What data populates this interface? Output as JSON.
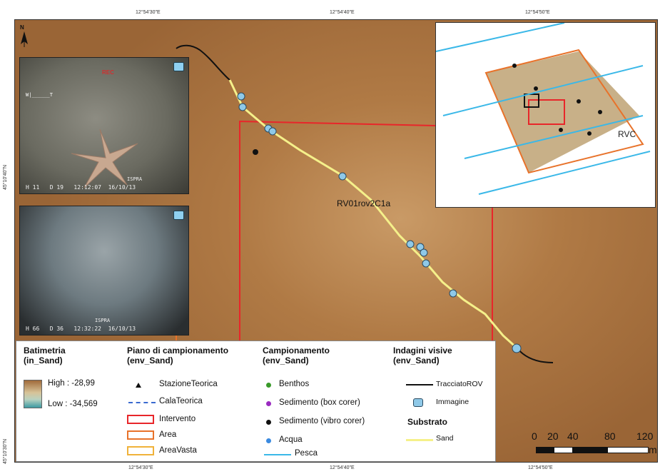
{
  "graticule": {
    "top": [
      "12°54'30\"E",
      "12°54'40\"E",
      "12°54'50\"E"
    ],
    "bottom": [
      "12°54'30\"E",
      "12°54'40\"E",
      "12°54'50\"E"
    ],
    "left": [
      "45°10'40\"N",
      "45°10'30\"N"
    ]
  },
  "north_label": "N",
  "track_label": "RV01rov2C1a",
  "inset_label": "RVC",
  "photo1": {
    "rec": "REC",
    "scale": "W|______T",
    "stamp": "H 11   D 19   12:12:07  16/10/13",
    "credit": "ISPRA"
  },
  "photo2": {
    "stamp": "H 66   D 36   12:32:22  16/10/13",
    "credit": "ISPRA"
  },
  "legend": {
    "batimetria_title": "Batimetria\n(in_Sand)",
    "high": "High : -28,99",
    "low": "Low : -34,569",
    "piano_title": "Piano di campionamento\n(env_Sand)",
    "piano_items": [
      "StazioneTeorica",
      "CalaTeorica",
      "Intervento",
      "Area",
      "AreaVasta"
    ],
    "camp_title": "Campionamento\n(env_Sand)",
    "camp_items": [
      "Benthos",
      "Sedimento (box corer)",
      "Sedimento (vibro corer)",
      "Acqua",
      "Pesca"
    ],
    "indagini_title": "Indagini visive\n(env_Sand)",
    "indagini_items": [
      "TracciatoROV",
      "Immagine"
    ],
    "substrato_title": "Substrato",
    "substrato_items": [
      "Sand"
    ]
  },
  "colors": {
    "intervento": "#e8262a",
    "area": "#e8722a",
    "areavasta": "#f0b23a",
    "benthos": "#3a9a2a",
    "sediment_box": "#9a2ac0",
    "sediment_vibro": "#111111",
    "acqua": "#3a8ae0",
    "pesca": "#3ab8e8",
    "track": "#111111",
    "sand": "#f5f08a"
  },
  "scalebar": {
    "labels": [
      "0",
      "20",
      "40",
      "80",
      "120"
    ],
    "unit": "m"
  }
}
